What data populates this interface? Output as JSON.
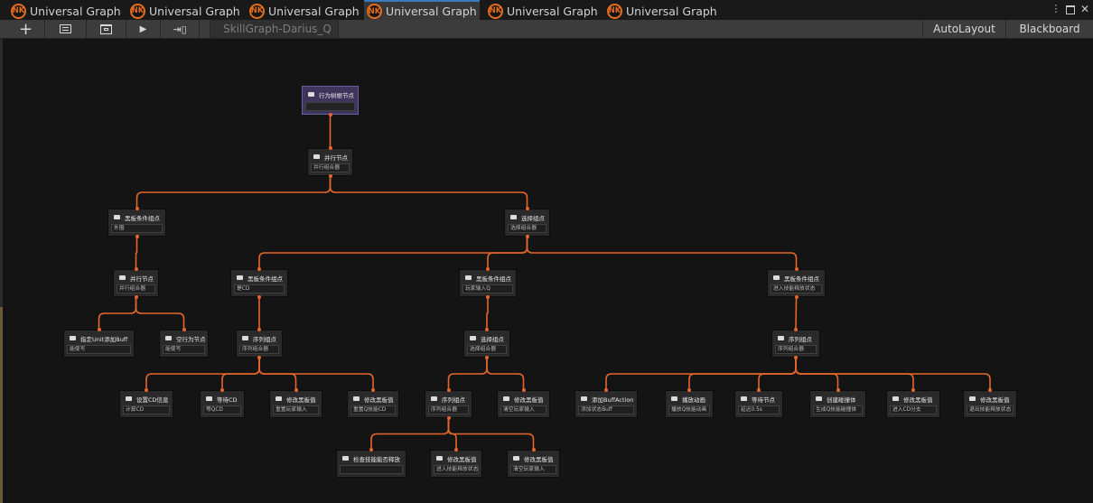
{
  "tabs": [
    {
      "logo": "NK",
      "label": "Universal Graph",
      "active": false
    },
    {
      "logo": "NK",
      "label": "Universal Graph",
      "active": false
    },
    {
      "logo": "NK",
      "label": "Universal Graph",
      "active": false
    },
    {
      "logo": "NK",
      "label": "Universal Graph",
      "active": true
    },
    {
      "logo": "NK",
      "label": "Universal Graph",
      "active": false
    },
    {
      "logo": "NK",
      "label": "Universal Graph",
      "active": false
    }
  ],
  "window_controls": [
    "kebab-menu-icon",
    "maximize-icon",
    "close-icon"
  ],
  "toolbar": {
    "icons": [
      "plus-icon",
      "inspector-icon",
      "window-icon",
      "play-icon",
      "step-into-icon"
    ],
    "graph_name": "SkillGraph-Darius_Q",
    "auto_layout_label": "AutoLayout",
    "blackboard_label": "Blackboard"
  },
  "colors": {
    "edge": "#e4662a",
    "root_node": "#3f355c",
    "active_tab_accent": "#3a79bb",
    "logo": "#e26b1d"
  },
  "nodes": [
    {
      "id": "root",
      "title": "行为树根节点",
      "value": "",
      "icon": "tree-root-icon"
    },
    {
      "id": "parallel1",
      "title": "并行节点",
      "value": "并行组合器",
      "icon": "parallel-icon"
    },
    {
      "id": "bbcond1",
      "title": "黑板条件组点",
      "value": "外围",
      "icon": "blackboard-icon"
    },
    {
      "id": "select1",
      "title": "选择组点",
      "value": "选择组合器",
      "icon": "selector-icon"
    },
    {
      "id": "parallel2",
      "title": "并行节点",
      "value": "并行组合器",
      "icon": "parallel-icon"
    },
    {
      "id": "bbcond2",
      "title": "黑板条件组点",
      "value": "是CD",
      "icon": "blackboard-icon"
    },
    {
      "id": "bbcond3",
      "title": "黑板条件组点",
      "value": "玩家输入Q",
      "icon": "blackboard-icon"
    },
    {
      "id": "bbcond4",
      "title": "黑板条件组点",
      "value": "进入技能释放状态",
      "icon": "blackboard-icon"
    },
    {
      "id": "buff1",
      "title": "指定Unit添加Buff",
      "value": "能使写",
      "icon": "action-icon"
    },
    {
      "id": "idle1",
      "title": "空行为节点",
      "value": "能使写",
      "icon": "action-icon"
    },
    {
      "id": "seq1",
      "title": "序列组点",
      "value": "序列组合器",
      "icon": "sequence-icon"
    },
    {
      "id": "select2",
      "title": "选择组点",
      "value": "选择组合器",
      "icon": "selector-icon"
    },
    {
      "id": "seq2",
      "title": "序列组点",
      "value": "序列组合器",
      "icon": "sequence-icon"
    },
    {
      "id": "setcd",
      "title": "设置CD信息",
      "value": "计算CD",
      "icon": "action-icon"
    },
    {
      "id": "waitcd",
      "title": "等待CD",
      "value": "等QCD",
      "icon": "action-icon"
    },
    {
      "id": "modbb1",
      "title": "修改黑板值",
      "value": "重置玩家输入",
      "icon": "action-icon"
    },
    {
      "id": "modbb2",
      "title": "修改黑板值",
      "value": "重置Q技能CD",
      "icon": "action-icon"
    },
    {
      "id": "seq3",
      "title": "序列组点",
      "value": "序列组合器",
      "icon": "sequence-icon"
    },
    {
      "id": "modbb3",
      "title": "修改黑板值",
      "value": "清空玩家输入",
      "icon": "action-icon"
    },
    {
      "id": "addbuff",
      "title": "添加BuffAction",
      "value": "添加状态Buff",
      "icon": "action-icon"
    },
    {
      "id": "anim",
      "title": "播放动画",
      "value": "播放Q技能动画",
      "icon": "action-icon"
    },
    {
      "id": "wait",
      "title": "等待节点",
      "value": "延迟0.5s",
      "icon": "action-icon"
    },
    {
      "id": "collider",
      "title": "创建碰撞体",
      "value": "生成Q技能碰撞体",
      "icon": "action-icon"
    },
    {
      "id": "modbb4",
      "title": "修改黑板值",
      "value": "进入CD分支",
      "icon": "action-icon"
    },
    {
      "id": "modbb5",
      "title": "修改黑板值",
      "value": "退出技能释放状态",
      "icon": "action-icon"
    },
    {
      "id": "check",
      "title": "检查技能能否释放",
      "value": "",
      "icon": "action-icon"
    },
    {
      "id": "modbb6",
      "title": "修改黑板值",
      "value": "进入技能释放状态",
      "icon": "action-icon"
    },
    {
      "id": "modbb7",
      "title": "修改黑板值",
      "value": "清空玩家输入",
      "icon": "action-icon"
    }
  ],
  "edges": [
    [
      "root",
      "parallel1"
    ],
    [
      "parallel1",
      "bbcond1"
    ],
    [
      "parallel1",
      "select1"
    ],
    [
      "bbcond1",
      "parallel2"
    ],
    [
      "select1",
      "bbcond2"
    ],
    [
      "select1",
      "bbcond3"
    ],
    [
      "select1",
      "bbcond4"
    ],
    [
      "parallel2",
      "buff1"
    ],
    [
      "parallel2",
      "idle1"
    ],
    [
      "bbcond2",
      "seq1"
    ],
    [
      "bbcond3",
      "select2"
    ],
    [
      "bbcond4",
      "seq2"
    ],
    [
      "seq1",
      "setcd"
    ],
    [
      "seq1",
      "waitcd"
    ],
    [
      "seq1",
      "modbb1"
    ],
    [
      "seq1",
      "modbb2"
    ],
    [
      "select2",
      "seq3"
    ],
    [
      "select2",
      "modbb3"
    ],
    [
      "seq2",
      "addbuff"
    ],
    [
      "seq2",
      "anim"
    ],
    [
      "seq2",
      "wait"
    ],
    [
      "seq2",
      "collider"
    ],
    [
      "seq2",
      "modbb4"
    ],
    [
      "seq2",
      "modbb5"
    ],
    [
      "seq3",
      "check"
    ],
    [
      "seq3",
      "modbb6"
    ],
    [
      "seq3",
      "modbb7"
    ]
  ]
}
